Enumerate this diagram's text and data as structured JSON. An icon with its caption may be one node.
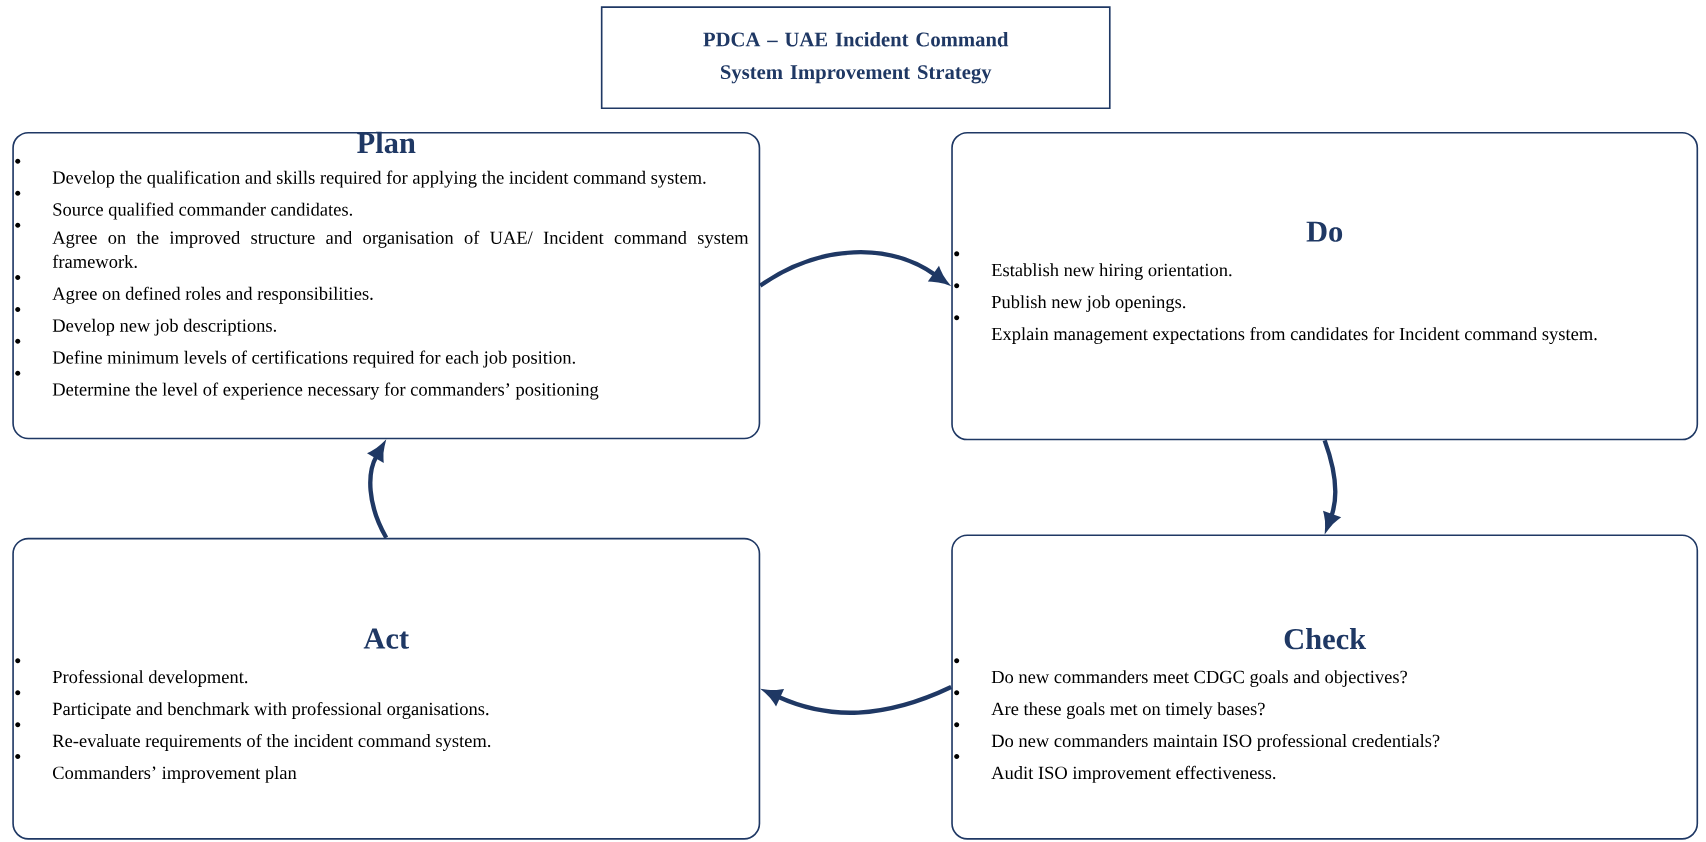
{
  "diagram": {
    "title": "PDCA – UAE Incident Command System Improvement Strategy",
    "nodes": [
      {
        "text": [
          "Plan",
          "Develop the qualification and skills required for applying the incident command system.",
          "Source qualified commander candidates.",
          "Agree on the improved structure and organisation of UAE/ Incident command system framework.",
          "Agree on defined roles and responsibilities.",
          "Develop new job descriptions.",
          "Define minimum levels of certifications required for each job position.",
          "Determine the level of experience necessary for commanders’ positioning"
        ]
      },
      {
        "text": [
          "Do",
          "Establish new hiring orientation.",
          "Publish new job openings.",
          "Explain management expectations from candidates for Incident command system."
        ]
      },
      {
        "text": [
          "Check",
          "Do new commanders meet CDGC goals and objectives?",
          "Are these goals met on timely bases?",
          "Do new commanders maintain ISO professional credentials?",
          "Audit ISO improvement effectiveness."
        ]
      },
      {
        "text": [
          "Act",
          "Professional development.",
          "Participate and benchmark with professional organisations.",
          "Re-evaluate requirements of the incident command system.",
          "Commanders’ improvement plan"
        ]
      }
    ],
    "edges": [
      {
        "from": 0,
        "to": 1,
        "arrow": "to"
      },
      {
        "from": 1,
        "to": 2,
        "arrow": "to"
      },
      {
        "from": 2,
        "to": 3,
        "arrow": "to"
      },
      {
        "from": 3,
        "to": 0,
        "arrow": "to"
      }
    ]
  }
}
